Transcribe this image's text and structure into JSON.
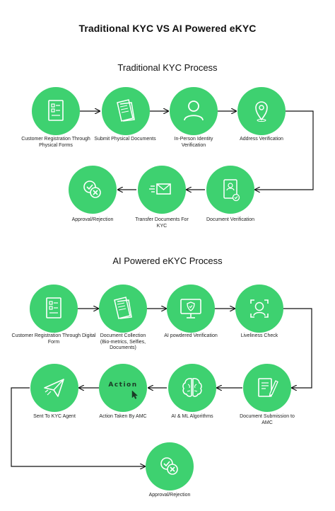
{
  "title": "Traditional KYC VS AI Powered eKYC",
  "traditional": {
    "heading": "Traditional KYC Process",
    "steps": [
      {
        "label": "Customer Registration Through Physical Forms",
        "icon": "form-icon"
      },
      {
        "label": "Submit Physical Documents",
        "icon": "documents-icon"
      },
      {
        "label": "In-Person Identity Verification",
        "icon": "person-icon"
      },
      {
        "label": "Address Verification",
        "icon": "location-pin-icon"
      },
      {
        "label": "Document Verification",
        "icon": "id-document-check-icon"
      },
      {
        "label": "Transfer Documents For KYC",
        "icon": "mail-transfer-icon"
      },
      {
        "label": "Approval/Rejection",
        "icon": "check-cross-icon"
      }
    ]
  },
  "ai": {
    "heading": "AI Powered eKYC Process",
    "steps": [
      {
        "label": "Customer Registration Through Digital Form",
        "icon": "form-icon"
      },
      {
        "label": "Document Collection (Bio-metrics, Selfies, Documents)",
        "icon": "documents-icon"
      },
      {
        "label": "AI powdered Verification",
        "icon": "monitor-shield-icon"
      },
      {
        "label": "Liveliness Check",
        "icon": "face-scan-icon"
      },
      {
        "label": "Document Submission to AMC",
        "icon": "document-pen-icon"
      },
      {
        "label": "AI & ML Algorithms",
        "icon": "brain-icon"
      },
      {
        "label": "Action Taken By AMC",
        "icon": "action-cursor-icon",
        "icon_text": "Action"
      },
      {
        "label": "Sent To KYC Agent",
        "icon": "paper-plane-icon"
      },
      {
        "label": "Approval/Rejection",
        "icon": "check-cross-icon"
      }
    ]
  },
  "colors": {
    "node": "#3ed170",
    "icon_stroke": "#ffffff",
    "arrow": "#111111"
  }
}
